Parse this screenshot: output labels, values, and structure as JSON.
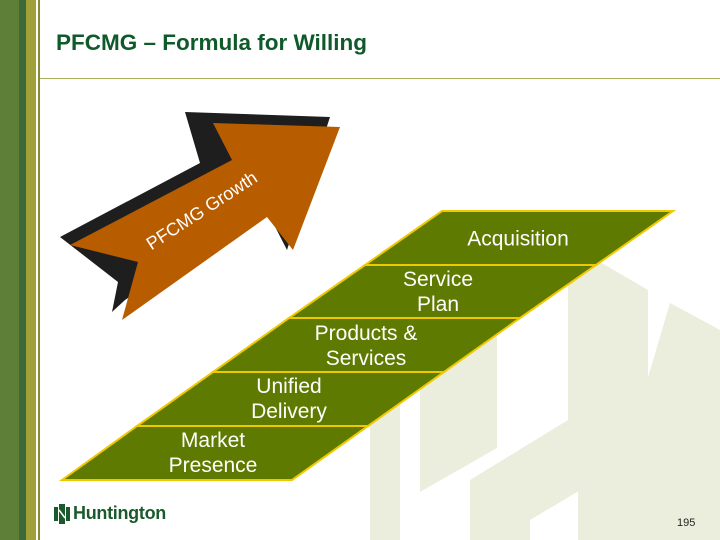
{
  "slide": {
    "title": "PFCMG – Formula for Willing",
    "arrow_label": "PFCMG Growth",
    "bands": [
      {
        "line1": "Acquisition",
        "line2": ""
      },
      {
        "line1": "Service",
        "line2": "Plan"
      },
      {
        "line1": "Products &",
        "line2": "Services"
      },
      {
        "line1": "Unified",
        "line2": "Delivery"
      },
      {
        "line1": "Market",
        "line2": "Presence"
      }
    ],
    "logo_text": "Huntington",
    "page_number": "195"
  },
  "colors": {
    "title": "#0f5a2a",
    "band_fill": "#5f7a00",
    "band_border": "#f0c800",
    "arrow_fill": "#b85c00",
    "arrow_shadow": "#1e1e1e",
    "watermark": "#ebeedd"
  }
}
